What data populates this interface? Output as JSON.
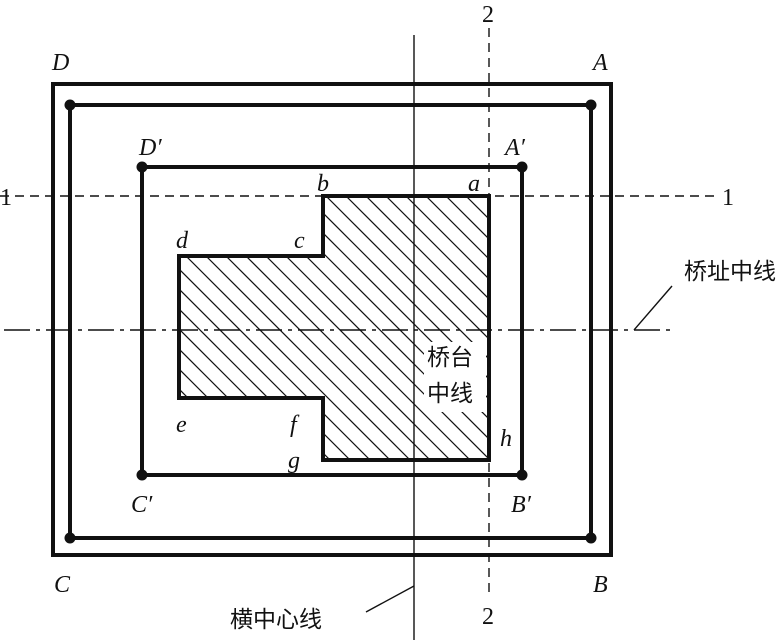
{
  "corner_labels": {
    "A": "A",
    "B": "B",
    "C": "C",
    "D": "D",
    "A_prime": "A′",
    "B_prime": "B′",
    "C_prime": "C′",
    "D_prime": "D′"
  },
  "shape_labels": {
    "a": "a",
    "b": "b",
    "c": "c",
    "d": "d",
    "e": "e",
    "f": "f",
    "g": "g",
    "h": "h"
  },
  "axis_labels": {
    "line1_left": "1",
    "line1_right": "1",
    "line2_top": "2",
    "line2_bottom": "2"
  },
  "annotations": {
    "bridge_site_centerline": "桥址中线",
    "abutment_centerline_line1": "桥台",
    "abutment_centerline_line2": "中线",
    "transverse_centerline": "横中心线"
  }
}
